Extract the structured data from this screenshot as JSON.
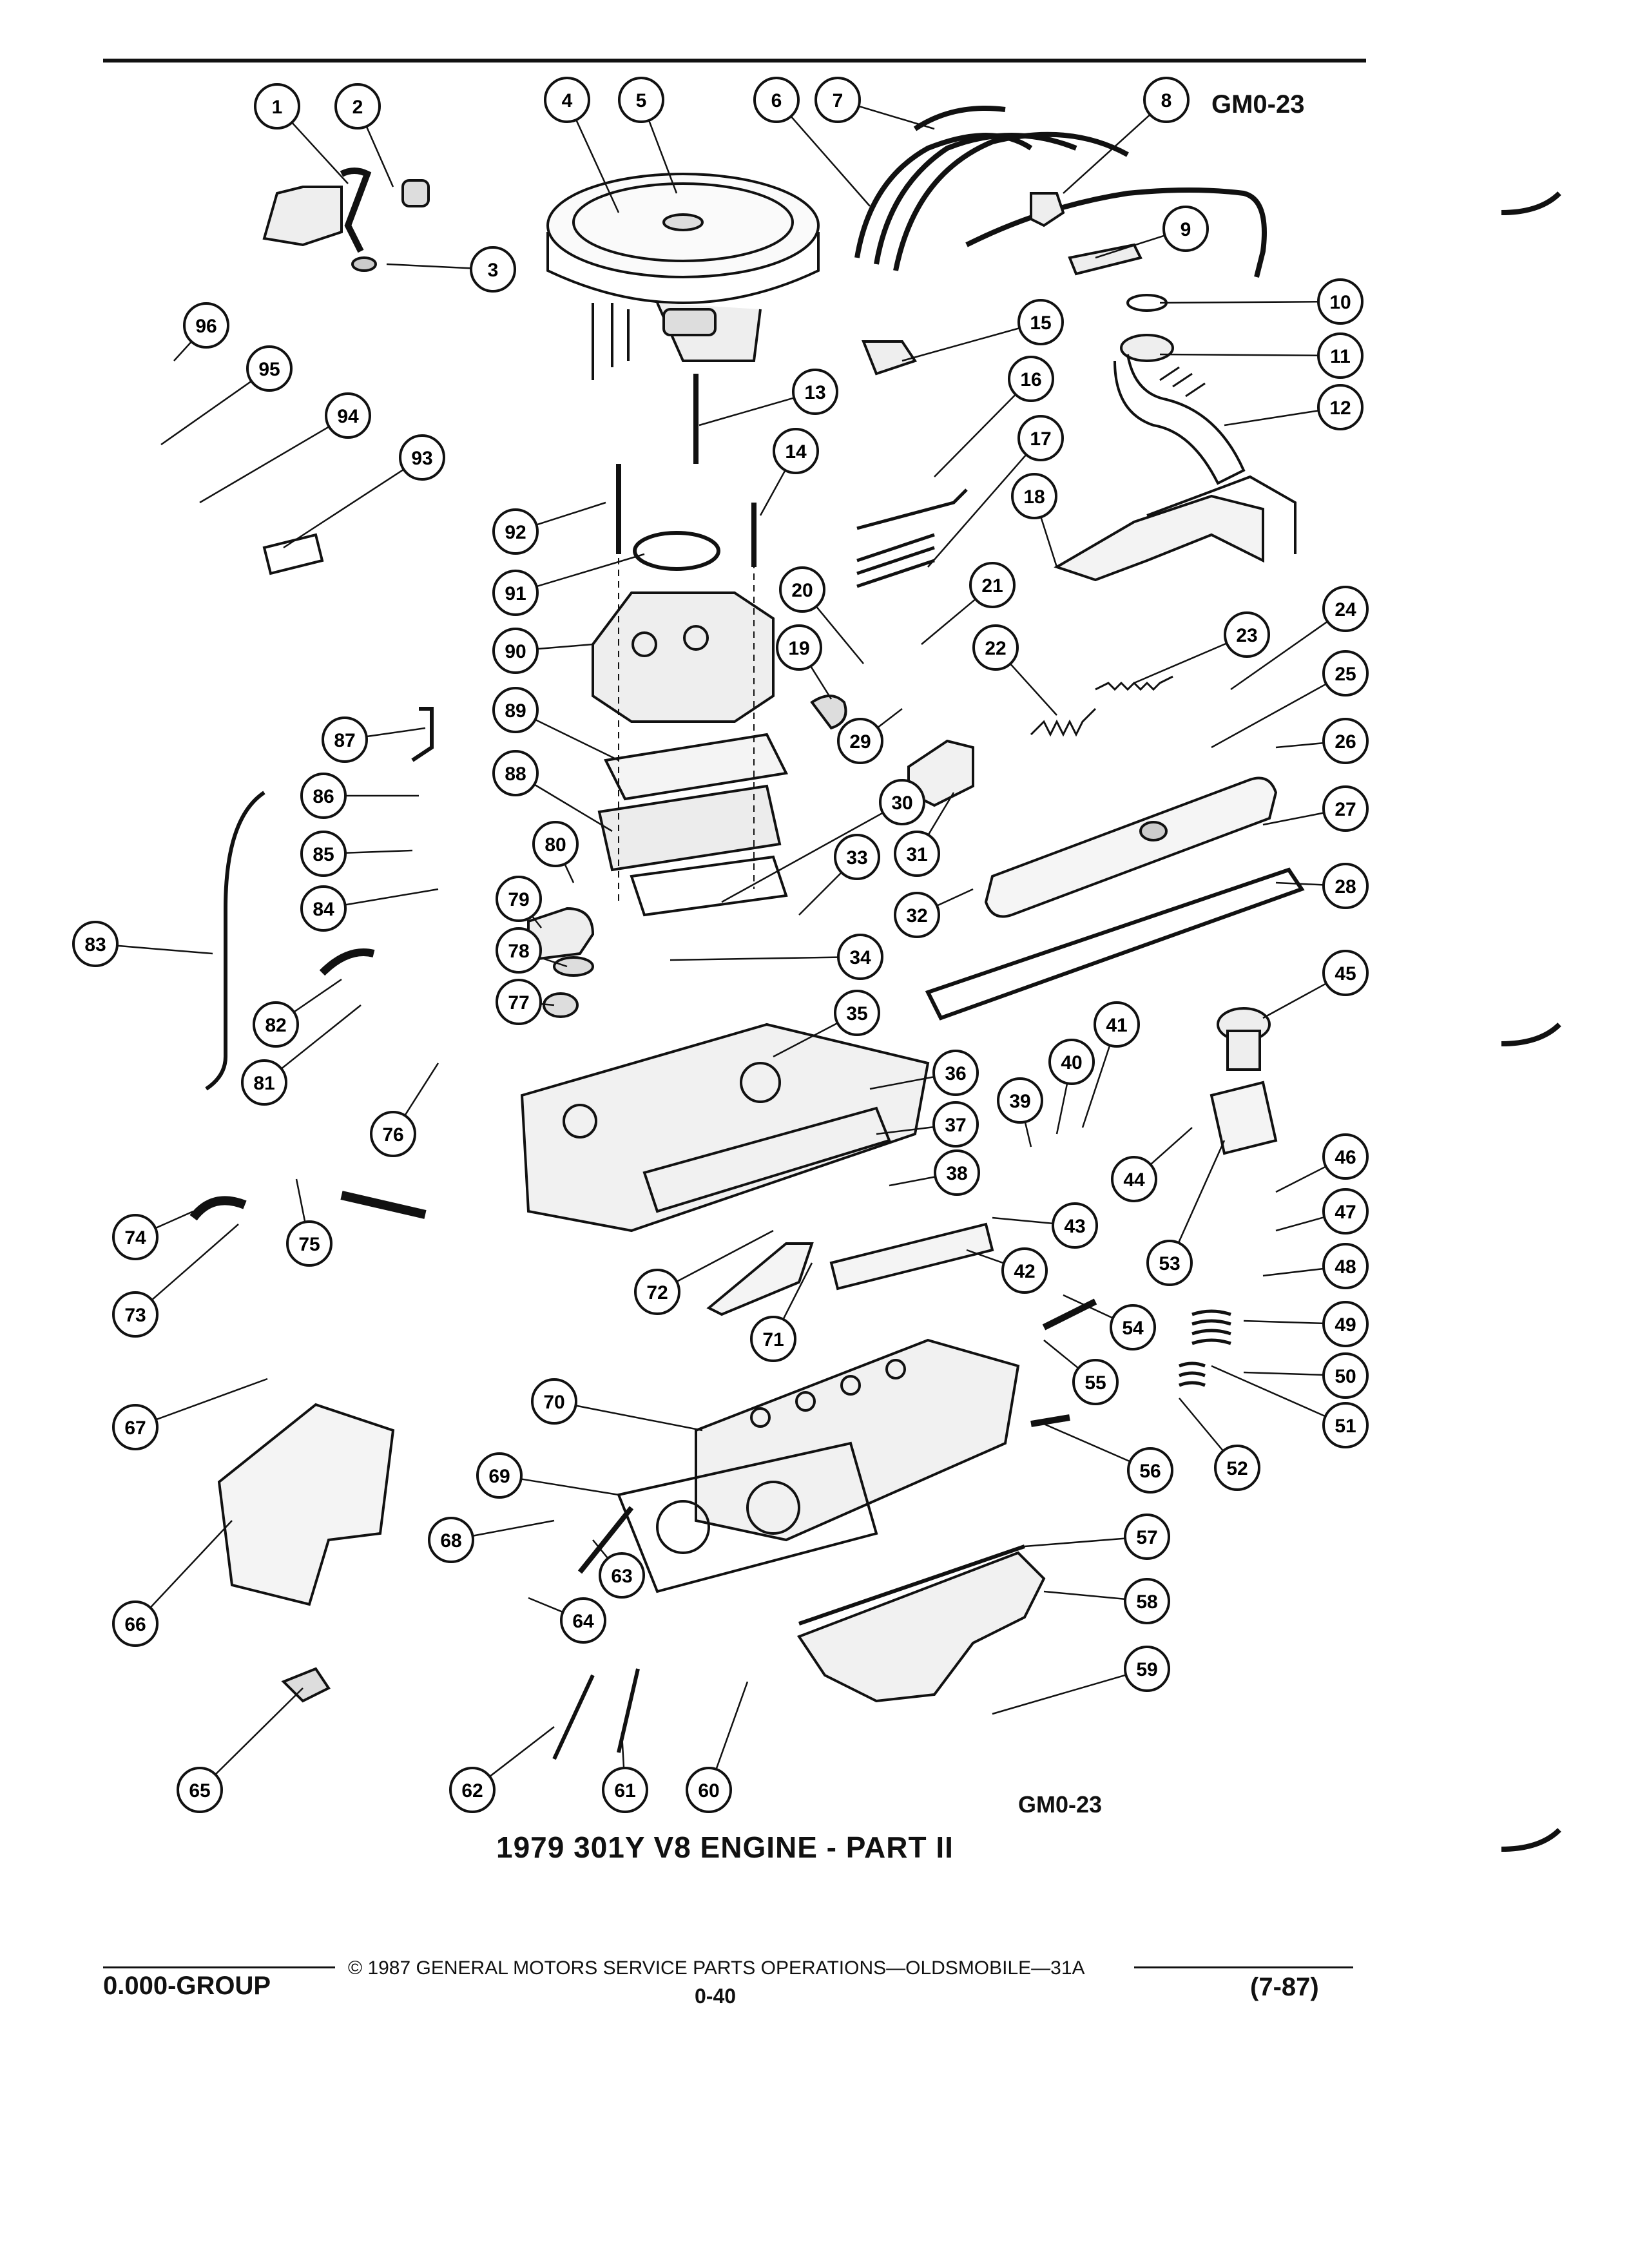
{
  "diagram": {
    "code_top": "GM0-23",
    "code_bottom": "GM0-23",
    "title": "1979 301Y V8 ENGINE - PART II",
    "callouts": [
      "1",
      "2",
      "3",
      "4",
      "5",
      "6",
      "7",
      "8",
      "9",
      "10",
      "11",
      "12",
      "13",
      "14",
      "15",
      "16",
      "17",
      "18",
      "19",
      "20",
      "21",
      "22",
      "23",
      "24",
      "25",
      "26",
      "27",
      "28",
      "29",
      "30",
      "31",
      "32",
      "33",
      "34",
      "35",
      "36",
      "37",
      "38",
      "39",
      "40",
      "41",
      "42",
      "43",
      "44",
      "45",
      "46",
      "47",
      "48",
      "49",
      "50",
      "51",
      "52",
      "53",
      "54",
      "55",
      "56",
      "57",
      "58",
      "59",
      "60",
      "61",
      "62",
      "63",
      "64",
      "65",
      "66",
      "67",
      "68",
      "69",
      "70",
      "71",
      "72",
      "73",
      "74",
      "75",
      "76",
      "77",
      "78",
      "79",
      "80",
      "81",
      "82",
      "83",
      "84",
      "85",
      "86",
      "87",
      "88",
      "89",
      "90",
      "91",
      "92",
      "93",
      "94",
      "95",
      "96"
    ]
  },
  "footer": {
    "copyright": "© 1987 GENERAL MOTORS SERVICE PARTS OPERATIONS—OLDSMOBILE—31A",
    "group": "0.000-GROUP",
    "page": "0-40",
    "revision": "(7-87)"
  }
}
